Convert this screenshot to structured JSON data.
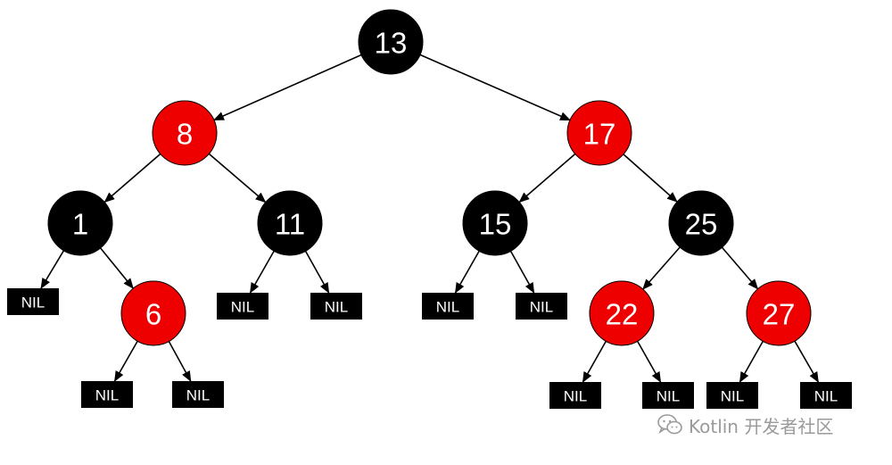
{
  "colors": {
    "black": "#000000",
    "red": "#ee0000",
    "edge": "#000000",
    "text": "#ffffff"
  },
  "tree": {
    "nodes": [
      {
        "id": "n13",
        "label": "13",
        "color": "black"
      },
      {
        "id": "n8",
        "label": "8",
        "color": "red"
      },
      {
        "id": "n17",
        "label": "17",
        "color": "red"
      },
      {
        "id": "n1",
        "label": "1",
        "color": "black"
      },
      {
        "id": "n11",
        "label": "11",
        "color": "black"
      },
      {
        "id": "n15",
        "label": "15",
        "color": "black"
      },
      {
        "id": "n25",
        "label": "25",
        "color": "black"
      },
      {
        "id": "n6",
        "label": "6",
        "color": "red"
      },
      {
        "id": "n22",
        "label": "22",
        "color": "red"
      },
      {
        "id": "n27",
        "label": "27",
        "color": "red"
      }
    ],
    "nil_label": "NIL",
    "nils": [
      "nil1",
      "nil6a",
      "nil6b",
      "nil11a",
      "nil11b",
      "nil15a",
      "nil15b",
      "nil22a",
      "nil22b",
      "nil27a",
      "nil27b"
    ],
    "edges": [
      [
        "n13",
        "n8"
      ],
      [
        "n13",
        "n17"
      ],
      [
        "n8",
        "n1"
      ],
      [
        "n8",
        "n11"
      ],
      [
        "n17",
        "n15"
      ],
      [
        "n17",
        "n25"
      ],
      [
        "n1",
        "nil1"
      ],
      [
        "n1",
        "n6"
      ],
      [
        "n6",
        "nil6a"
      ],
      [
        "n6",
        "nil6b"
      ],
      [
        "n11",
        "nil11a"
      ],
      [
        "n11",
        "nil11b"
      ],
      [
        "n15",
        "nil15a"
      ],
      [
        "n15",
        "nil15b"
      ],
      [
        "n25",
        "n22"
      ],
      [
        "n25",
        "n27"
      ],
      [
        "n22",
        "nil22a"
      ],
      [
        "n22",
        "nil22b"
      ],
      [
        "n27",
        "nil27a"
      ],
      [
        "n27",
        "nil27b"
      ]
    ]
  },
  "watermark": {
    "text": "Kotlin 开发者社区",
    "icon": "wechat-icon"
  }
}
